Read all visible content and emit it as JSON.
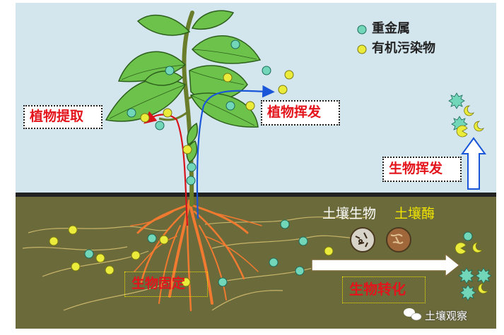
{
  "legend": {
    "heavy_metal": "重金属",
    "organic_pollutant": "有机污染物"
  },
  "labels": {
    "phytoextraction": "植物提取",
    "phytovolatilization": "植物挥发",
    "bio_volatilization": "生物挥发",
    "soil_organisms": "土壤生物",
    "soil_enzyme": "土壤酶",
    "bio_fixation": "生物固定",
    "bio_transformation": "生物转化"
  },
  "watermark": "土壤观察",
  "colors": {
    "sky": "#d3e6ee",
    "soil": "#6b6a3b",
    "leaf": "#6dc24b",
    "root": "#f07a2f",
    "heavy_metal": "#72d6b8",
    "organic_pollutant": "#eaeb3a",
    "label_red": "#e3141b",
    "label_yellow": "#f2e600",
    "arrow_blue": "#1a56d8"
  }
}
